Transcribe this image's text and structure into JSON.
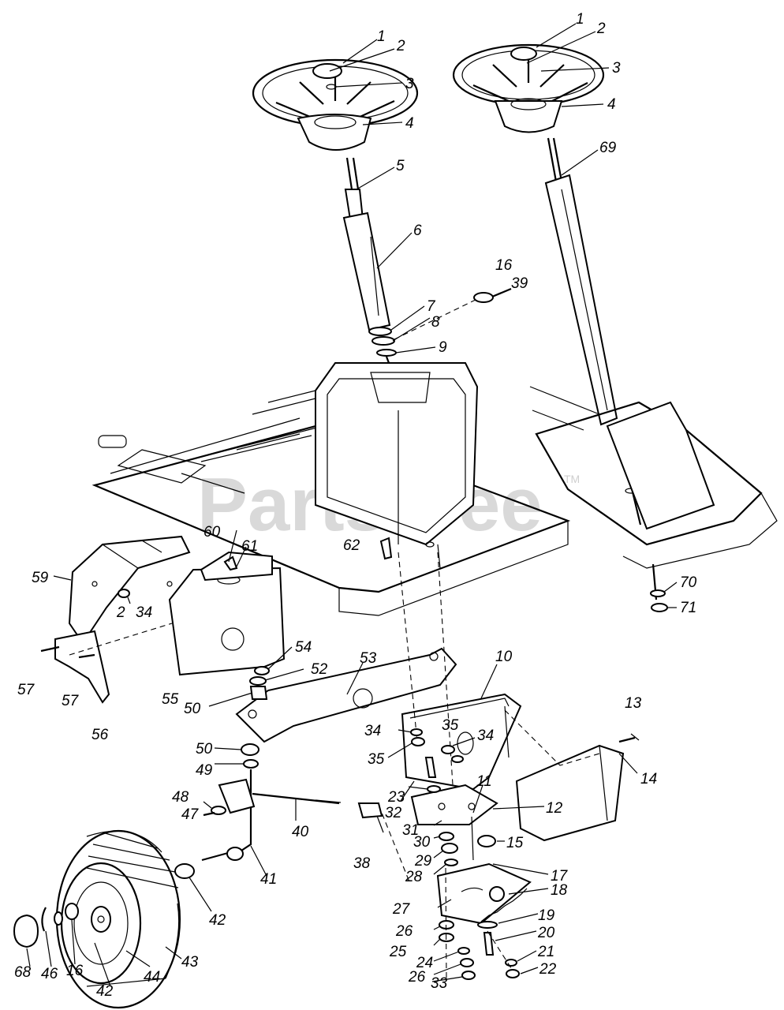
{
  "watermark": {
    "text": "PartsTree",
    "tm": "TM"
  },
  "callouts": [
    {
      "id": "c1a",
      "text": "1"
    },
    {
      "id": "c2a",
      "text": "2"
    },
    {
      "id": "c3a",
      "text": "3"
    },
    {
      "id": "c4a",
      "text": "4"
    },
    {
      "id": "c5",
      "text": "5"
    },
    {
      "id": "c6",
      "text": "6"
    },
    {
      "id": "c7",
      "text": "7"
    },
    {
      "id": "c8",
      "text": "8"
    },
    {
      "id": "c9",
      "text": "9"
    },
    {
      "id": "c16a",
      "text": "16"
    },
    {
      "id": "c39",
      "text": "39"
    },
    {
      "id": "c1b",
      "text": "1"
    },
    {
      "id": "c2b",
      "text": "2"
    },
    {
      "id": "c3b",
      "text": "3"
    },
    {
      "id": "c4b",
      "text": "4"
    },
    {
      "id": "c69",
      "text": "69"
    },
    {
      "id": "c62",
      "text": "62"
    },
    {
      "id": "c70",
      "text": "70"
    },
    {
      "id": "c71",
      "text": "71"
    },
    {
      "id": "c60",
      "text": "60"
    },
    {
      "id": "c61",
      "text": "61"
    },
    {
      "id": "c59",
      "text": "59"
    },
    {
      "id": "c2c",
      "text": "2"
    },
    {
      "id": "c34a",
      "text": "34"
    },
    {
      "id": "c57a",
      "text": "57"
    },
    {
      "id": "c57b",
      "text": "57"
    },
    {
      "id": "c56",
      "text": "56"
    },
    {
      "id": "c55",
      "text": "55"
    },
    {
      "id": "c54",
      "text": "54"
    },
    {
      "id": "c52",
      "text": "52"
    },
    {
      "id": "c50a",
      "text": "50"
    },
    {
      "id": "c53",
      "text": "53"
    },
    {
      "id": "c10",
      "text": "10"
    },
    {
      "id": "c13",
      "text": "13"
    },
    {
      "id": "c14",
      "text": "14"
    },
    {
      "id": "c34b",
      "text": "34"
    },
    {
      "id": "c35a",
      "text": "35"
    },
    {
      "id": "c34c",
      "text": "34"
    },
    {
      "id": "c35b",
      "text": "35"
    },
    {
      "id": "c50b",
      "text": "50"
    },
    {
      "id": "c49",
      "text": "49"
    },
    {
      "id": "c48",
      "text": "48"
    },
    {
      "id": "c47",
      "text": "47"
    },
    {
      "id": "c40",
      "text": "40"
    },
    {
      "id": "c23",
      "text": "23"
    },
    {
      "id": "c32",
      "text": "32"
    },
    {
      "id": "c11",
      "text": "11"
    },
    {
      "id": "c12",
      "text": "12"
    },
    {
      "id": "c31",
      "text": "31"
    },
    {
      "id": "c30",
      "text": "30"
    },
    {
      "id": "c15",
      "text": "15"
    },
    {
      "id": "c29",
      "text": "29"
    },
    {
      "id": "c28",
      "text": "28"
    },
    {
      "id": "c17",
      "text": "17"
    },
    {
      "id": "c18",
      "text": "18"
    },
    {
      "id": "c38",
      "text": "38"
    },
    {
      "id": "c41",
      "text": "41"
    },
    {
      "id": "c42a",
      "text": "42"
    },
    {
      "id": "c27",
      "text": "27"
    },
    {
      "id": "c19",
      "text": "19"
    },
    {
      "id": "c26a",
      "text": "26"
    },
    {
      "id": "c20",
      "text": "20"
    },
    {
      "id": "c25",
      "text": "25"
    },
    {
      "id": "c21",
      "text": "21"
    },
    {
      "id": "c24",
      "text": "24"
    },
    {
      "id": "c22",
      "text": "22"
    },
    {
      "id": "c26b",
      "text": "26"
    },
    {
      "id": "c33",
      "text": "33"
    },
    {
      "id": "c43",
      "text": "43"
    },
    {
      "id": "c44",
      "text": "44"
    },
    {
      "id": "c68",
      "text": "68"
    },
    {
      "id": "c46",
      "text": "46"
    },
    {
      "id": "c16b",
      "text": "16"
    },
    {
      "id": "c42b",
      "text": "42"
    }
  ]
}
